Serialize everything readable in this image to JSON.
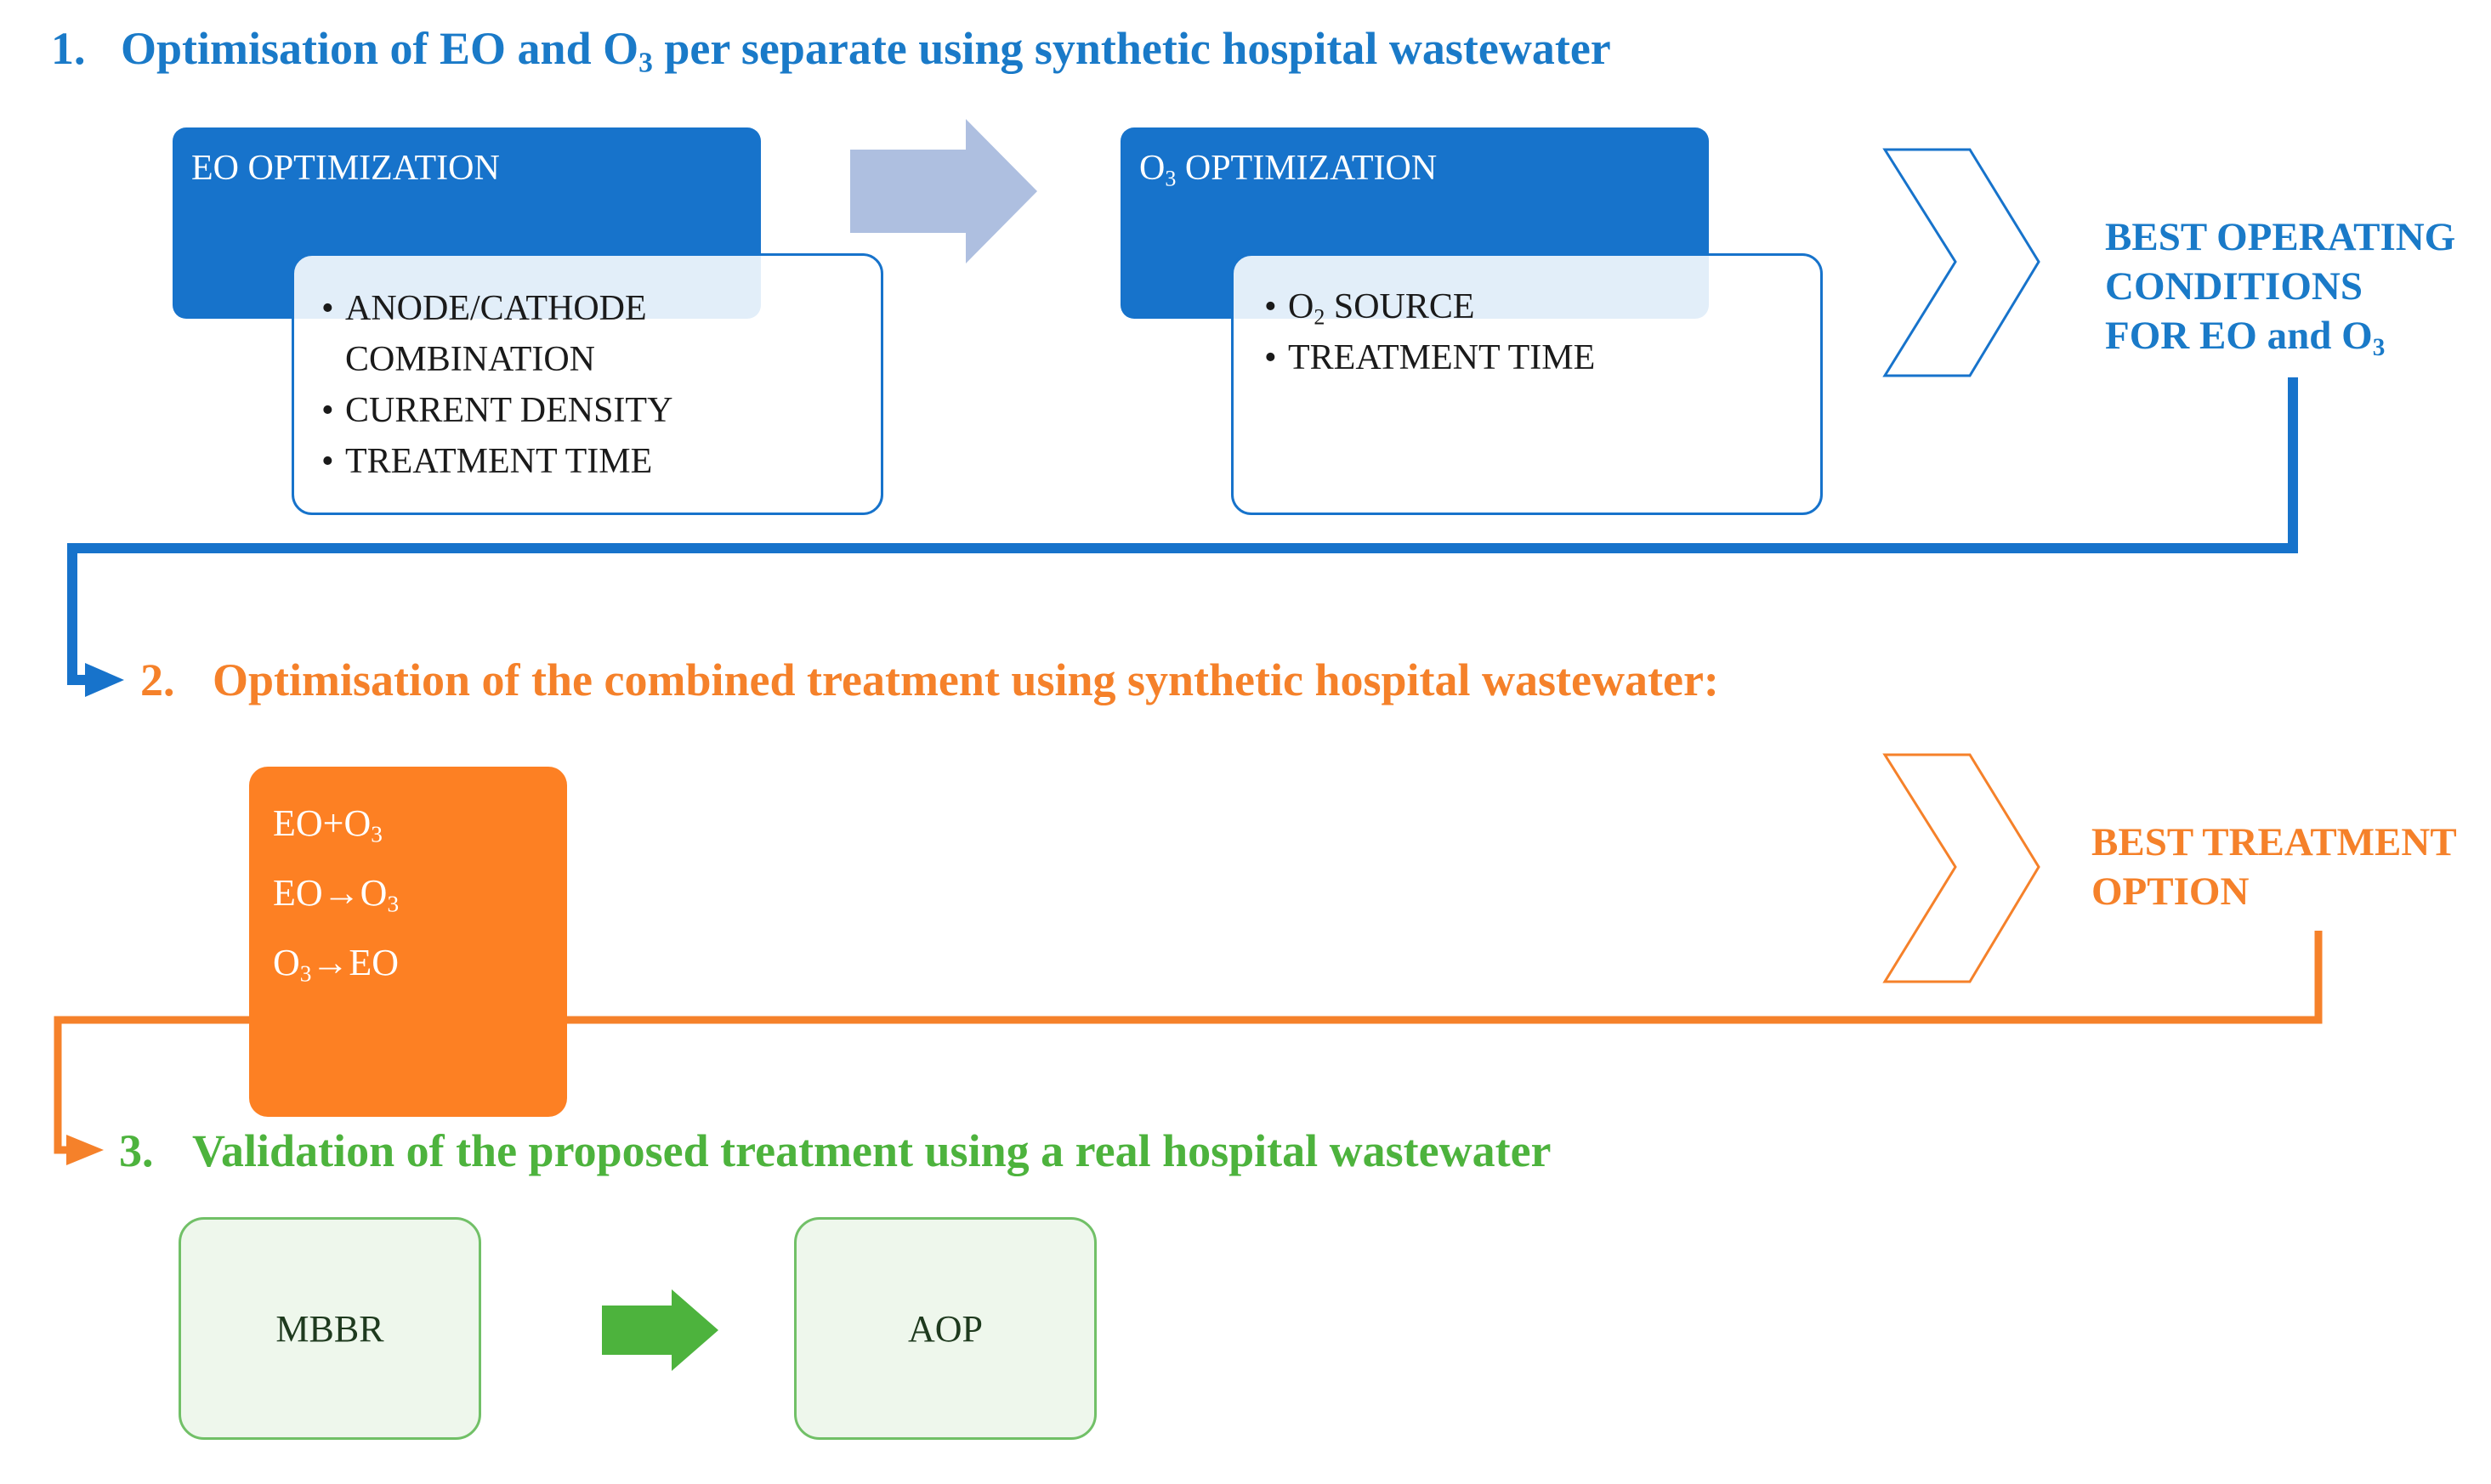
{
  "step1": {
    "number": "1.",
    "title_a": "Optimisation of EO and O",
    "title_sub": "3",
    "title_b": " per separate using synthetic hospital wastewater"
  },
  "eo_box": {
    "header": "EO OPTIMIZATION",
    "items": [
      "ANODE/CATHODE",
      "COMBINATION",
      "CURRENT  DENSITY",
      "TREATMENT  TIME"
    ]
  },
  "o3_box": {
    "header_prefix": "O",
    "header_sub": "3",
    "header_suffix": " OPTIMIZATION",
    "item1_prefix": "O",
    "item1_sub": "2",
    "item1_suffix": " SOURCE",
    "item2": "TREATMENT  TIME"
  },
  "best_conditions": {
    "line1": "BEST OPERATING",
    "line2": "CONDITIONS",
    "line3_prefix": "FOR EO and O",
    "line3_sub": "3"
  },
  "step2": {
    "number": "2.",
    "title": "Optimisation of the combined treatment using synthetic hospital wastewater:"
  },
  "combined_box": {
    "opt1_prefix": "EO+O",
    "opt1_sub": "3",
    "opt2_prefix": "EO→O",
    "opt2_sub": "3",
    "opt3_prefix": "O",
    "opt3_sub": "3",
    "opt3_suffix": "→EO"
  },
  "best_treatment": {
    "line1": "BEST TREATMENT",
    "line2": "OPTION"
  },
  "step3": {
    "number": "3.",
    "title": "Validation of the proposed treatment using a real hospital wastewater"
  },
  "mbbr_box": {
    "label": "MBBR"
  },
  "aop_box": {
    "label": "AOP"
  },
  "colors": {
    "blue": "#1773cb",
    "blue_text": "#1a7ac8",
    "light_blue_arrow": "#aebfe0",
    "orange": "#fd8023",
    "green": "#4db33d",
    "green_box_border": "#71c067",
    "green_box_fill": "#eef7ec"
  },
  "icons": {
    "flow_arrow": "right-arrow-icon",
    "chevron": "chevron-right-icon"
  }
}
